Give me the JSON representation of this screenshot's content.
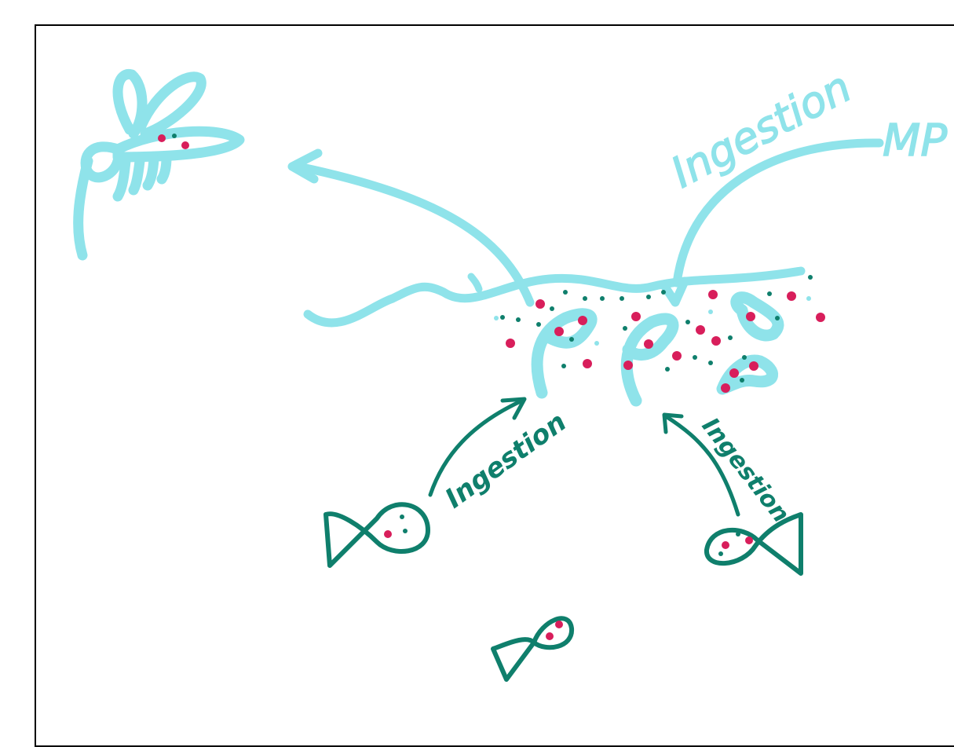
{
  "colors": {
    "cyan": "#8fe3ea",
    "teal": "#0f7f6c",
    "red": "#d81e5b",
    "frame": "#000000"
  },
  "labels": {
    "ingestion_top": "Ingestion",
    "mp_top": "MP",
    "ingestion_left": "Ingestion",
    "ingestion_right": "Ingestion"
  },
  "icons": [
    "mosquito-icon",
    "fish-icon",
    "polyp-icon",
    "water-surface",
    "arrow"
  ]
}
